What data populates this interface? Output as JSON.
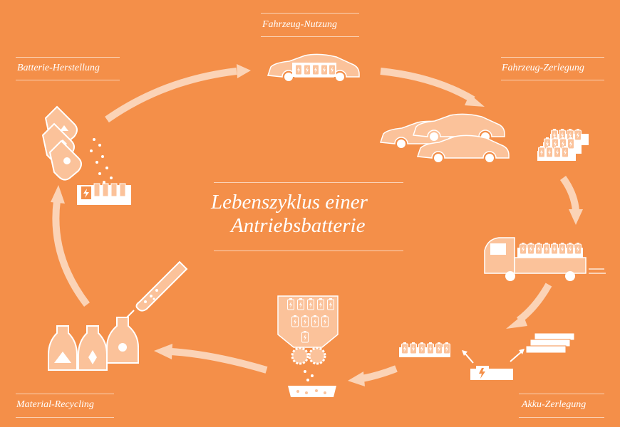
{
  "title": {
    "line1": "Lebenszyklus einer",
    "line2": "Antriebsbatterie"
  },
  "stages": {
    "fahrzeug_nutzung": "Fahrzeug-Nutzung",
    "fahrzeug_zerlegung": "Fahrzeug-Zerlegung",
    "akku_zerlegung": "Akku-Zerlegung",
    "material_recycling": "Material-Recycling",
    "batterie_herstellung": "Batterie-Herstellung"
  },
  "colors": {
    "background": "#f48f49",
    "icon_light": "#fbc29a",
    "icon_white": "#ffffff",
    "arrow": "#fbd3b6"
  },
  "icons": [
    "battery-bolt-icon",
    "car-icon",
    "truck-icon",
    "shredder-icon",
    "bottle-icon",
    "test-tube-icon",
    "flask-icon",
    "arrow-icon"
  ]
}
